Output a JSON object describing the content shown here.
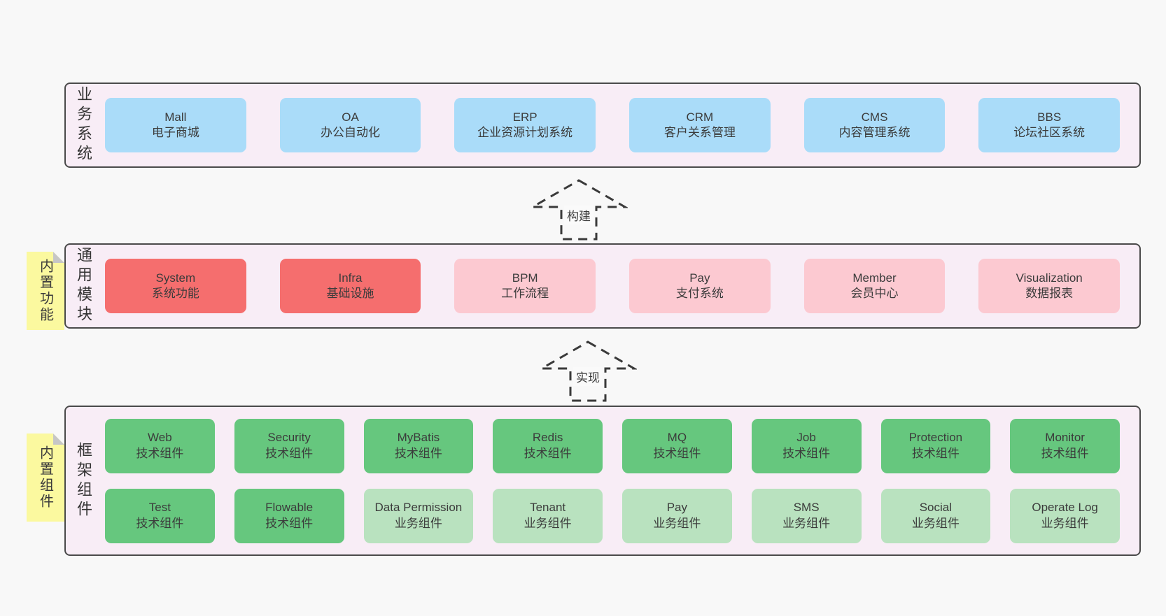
{
  "colors": {
    "page_bg": "#f8f8f8",
    "band_bg": "#f8edf6",
    "band_border": "#4a4a4a",
    "blue_box": "#aadcf9",
    "red_box": "#f56e6e",
    "pink_box": "#fcc9d1",
    "green_box": "#66c77e",
    "light_green_box": "#b9e2bf",
    "sticky_note": "#fbf99f"
  },
  "arrows": [
    {
      "label": "构建"
    },
    {
      "label": "实现"
    }
  ],
  "bands": [
    {
      "label": "业务系统",
      "boxes": [
        {
          "name": "Mall",
          "desc": "电子商城"
        },
        {
          "name": "OA",
          "desc": "办公自动化"
        },
        {
          "name": "ERP",
          "desc": "企业资源计划系统"
        },
        {
          "name": "CRM",
          "desc": "客户关系管理"
        },
        {
          "name": "CMS",
          "desc": "内容管理系统"
        },
        {
          "name": "BBS",
          "desc": "论坛社区系统"
        }
      ]
    },
    {
      "label": "通用模块",
      "sticky": "内置功能",
      "boxes": [
        {
          "name": "System",
          "desc": "系统功能"
        },
        {
          "name": "Infra",
          "desc": "基础设施"
        },
        {
          "name": "BPM",
          "desc": "工作流程"
        },
        {
          "name": "Pay",
          "desc": "支付系统"
        },
        {
          "name": "Member",
          "desc": "会员中心"
        },
        {
          "name": "Visualization",
          "desc": "数据报表"
        }
      ]
    },
    {
      "label": "框架组件",
      "sticky": "内置组件",
      "rows": [
        [
          {
            "name": "Web",
            "desc": "技术组件"
          },
          {
            "name": "Security",
            "desc": "技术组件"
          },
          {
            "name": "MyBatis",
            "desc": "技术组件"
          },
          {
            "name": "Redis",
            "desc": "技术组件"
          },
          {
            "name": "MQ",
            "desc": "技术组件"
          },
          {
            "name": "Job",
            "desc": "技术组件"
          },
          {
            "name": "Protection",
            "desc": "技术组件"
          },
          {
            "name": "Monitor",
            "desc": "技术组件"
          }
        ],
        [
          {
            "name": "Test",
            "desc": "技术组件"
          },
          {
            "name": "Flowable",
            "desc": "技术组件"
          },
          {
            "name": "Data Permission",
            "desc": "业务组件"
          },
          {
            "name": "Tenant",
            "desc": "业务组件"
          },
          {
            "name": "Pay",
            "desc": "业务组件"
          },
          {
            "name": "SMS",
            "desc": "业务组件"
          },
          {
            "name": "Social",
            "desc": "业务组件"
          },
          {
            "name": "Operate Log",
            "desc": "业务组件"
          }
        ]
      ]
    }
  ]
}
